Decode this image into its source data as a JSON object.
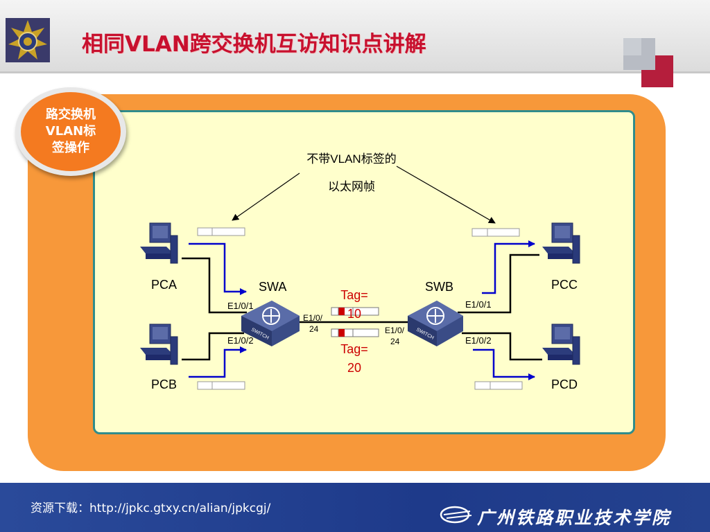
{
  "header": {
    "title": "相同VLAN跨交换机互访知识点讲解"
  },
  "badge": {
    "line1": "路交换机",
    "line2": "VLAN标",
    "line3": "签操作"
  },
  "diagram": {
    "note_line1": "不带VLAN标签的",
    "note_line2": "以太网帧",
    "hosts": {
      "pca": "PCA",
      "pcb": "PCB",
      "pcc": "PCC",
      "pcd": "PCD"
    },
    "switches": {
      "swa": "SWA",
      "swb": "SWB",
      "icon_text": "SWITCH"
    },
    "ports": {
      "swa_p1": "E1/0/1",
      "swa_p2": "E1/0/2",
      "swa_p24_a": "E1/0/",
      "swa_p24_b": "24",
      "swb_p1": "E1/0/1",
      "swb_p2": "E1/0/2",
      "swb_p24_a": "E1/0/",
      "swb_p24_b": "24"
    },
    "tags": {
      "tag10_a": "Tag=",
      "tag10_b": "10",
      "tag20_a": "Tag=",
      "tag20_b": "20"
    },
    "colors": {
      "tag_text": "#cc0000",
      "arrow_blue": "#0000cc",
      "tag_block": "#cc0000"
    }
  },
  "footer": {
    "resource": "资源下载：http://jpkc.gtxy.cn/alian/jpkcgj/",
    "school": "广州铁路职业技术学院"
  }
}
